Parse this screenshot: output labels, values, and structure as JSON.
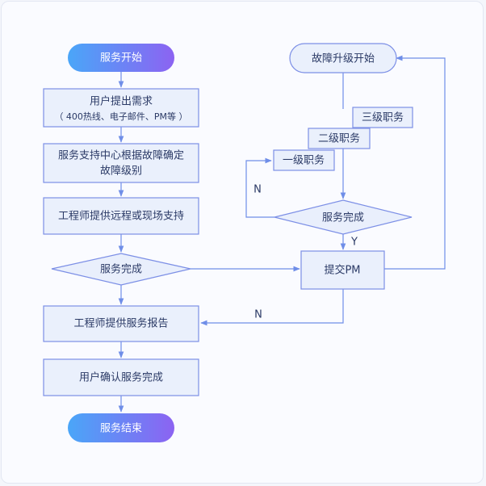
{
  "nodes": {
    "start": "服务开始",
    "request_line1": "用户提出需求",
    "request_line2": "（ 400热线、电子邮件、PM等 ）",
    "classify_line1": "服务支持中心根据故障确定",
    "classify_line2": "故障级别",
    "support": "工程师提供远程或现场支持",
    "done_left": "服务完成",
    "report": "工程师提供服务报告",
    "confirm": "用户确认服务完成",
    "end": "服务结束",
    "upgrade_start": "故障升级开始",
    "level3": "三级职务",
    "level2": "二级职务",
    "level1": "一级职务",
    "done_right": "服务完成",
    "submit_pm": "提交PM"
  },
  "labels": {
    "n_top": "N",
    "y": "Y",
    "n_bottom": "N"
  },
  "colors": {
    "gradient_start": "#4aa6f8",
    "gradient_end": "#8c63f2",
    "box_fill": "#eaf0fc",
    "stroke": "#7c8fe6"
  }
}
